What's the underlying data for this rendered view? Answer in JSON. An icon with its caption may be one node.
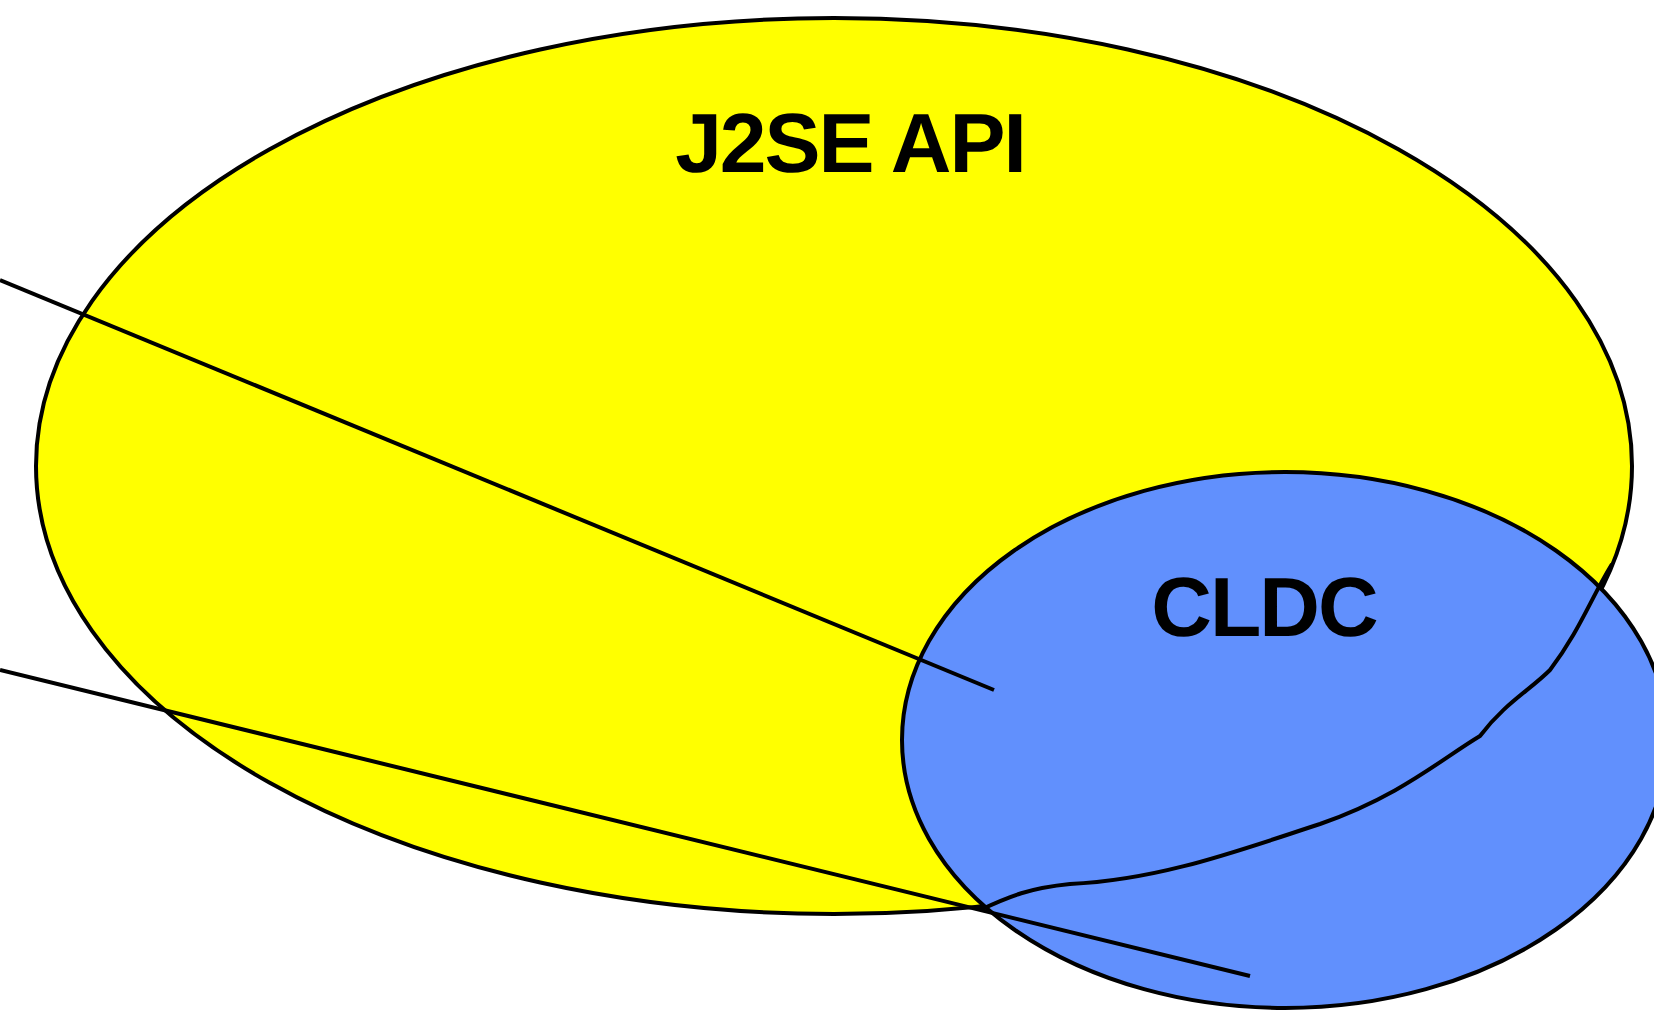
{
  "diagram": {
    "nodes": [
      {
        "text": [
          "J2SE API"
        ]
      },
      {
        "text": [
          "CLDC"
        ]
      }
    ],
    "edges": [
      {
        "from": null,
        "to": 1,
        "arrow": "none"
      },
      {
        "from": null,
        "to": 1,
        "arrow": "none"
      }
    ]
  }
}
